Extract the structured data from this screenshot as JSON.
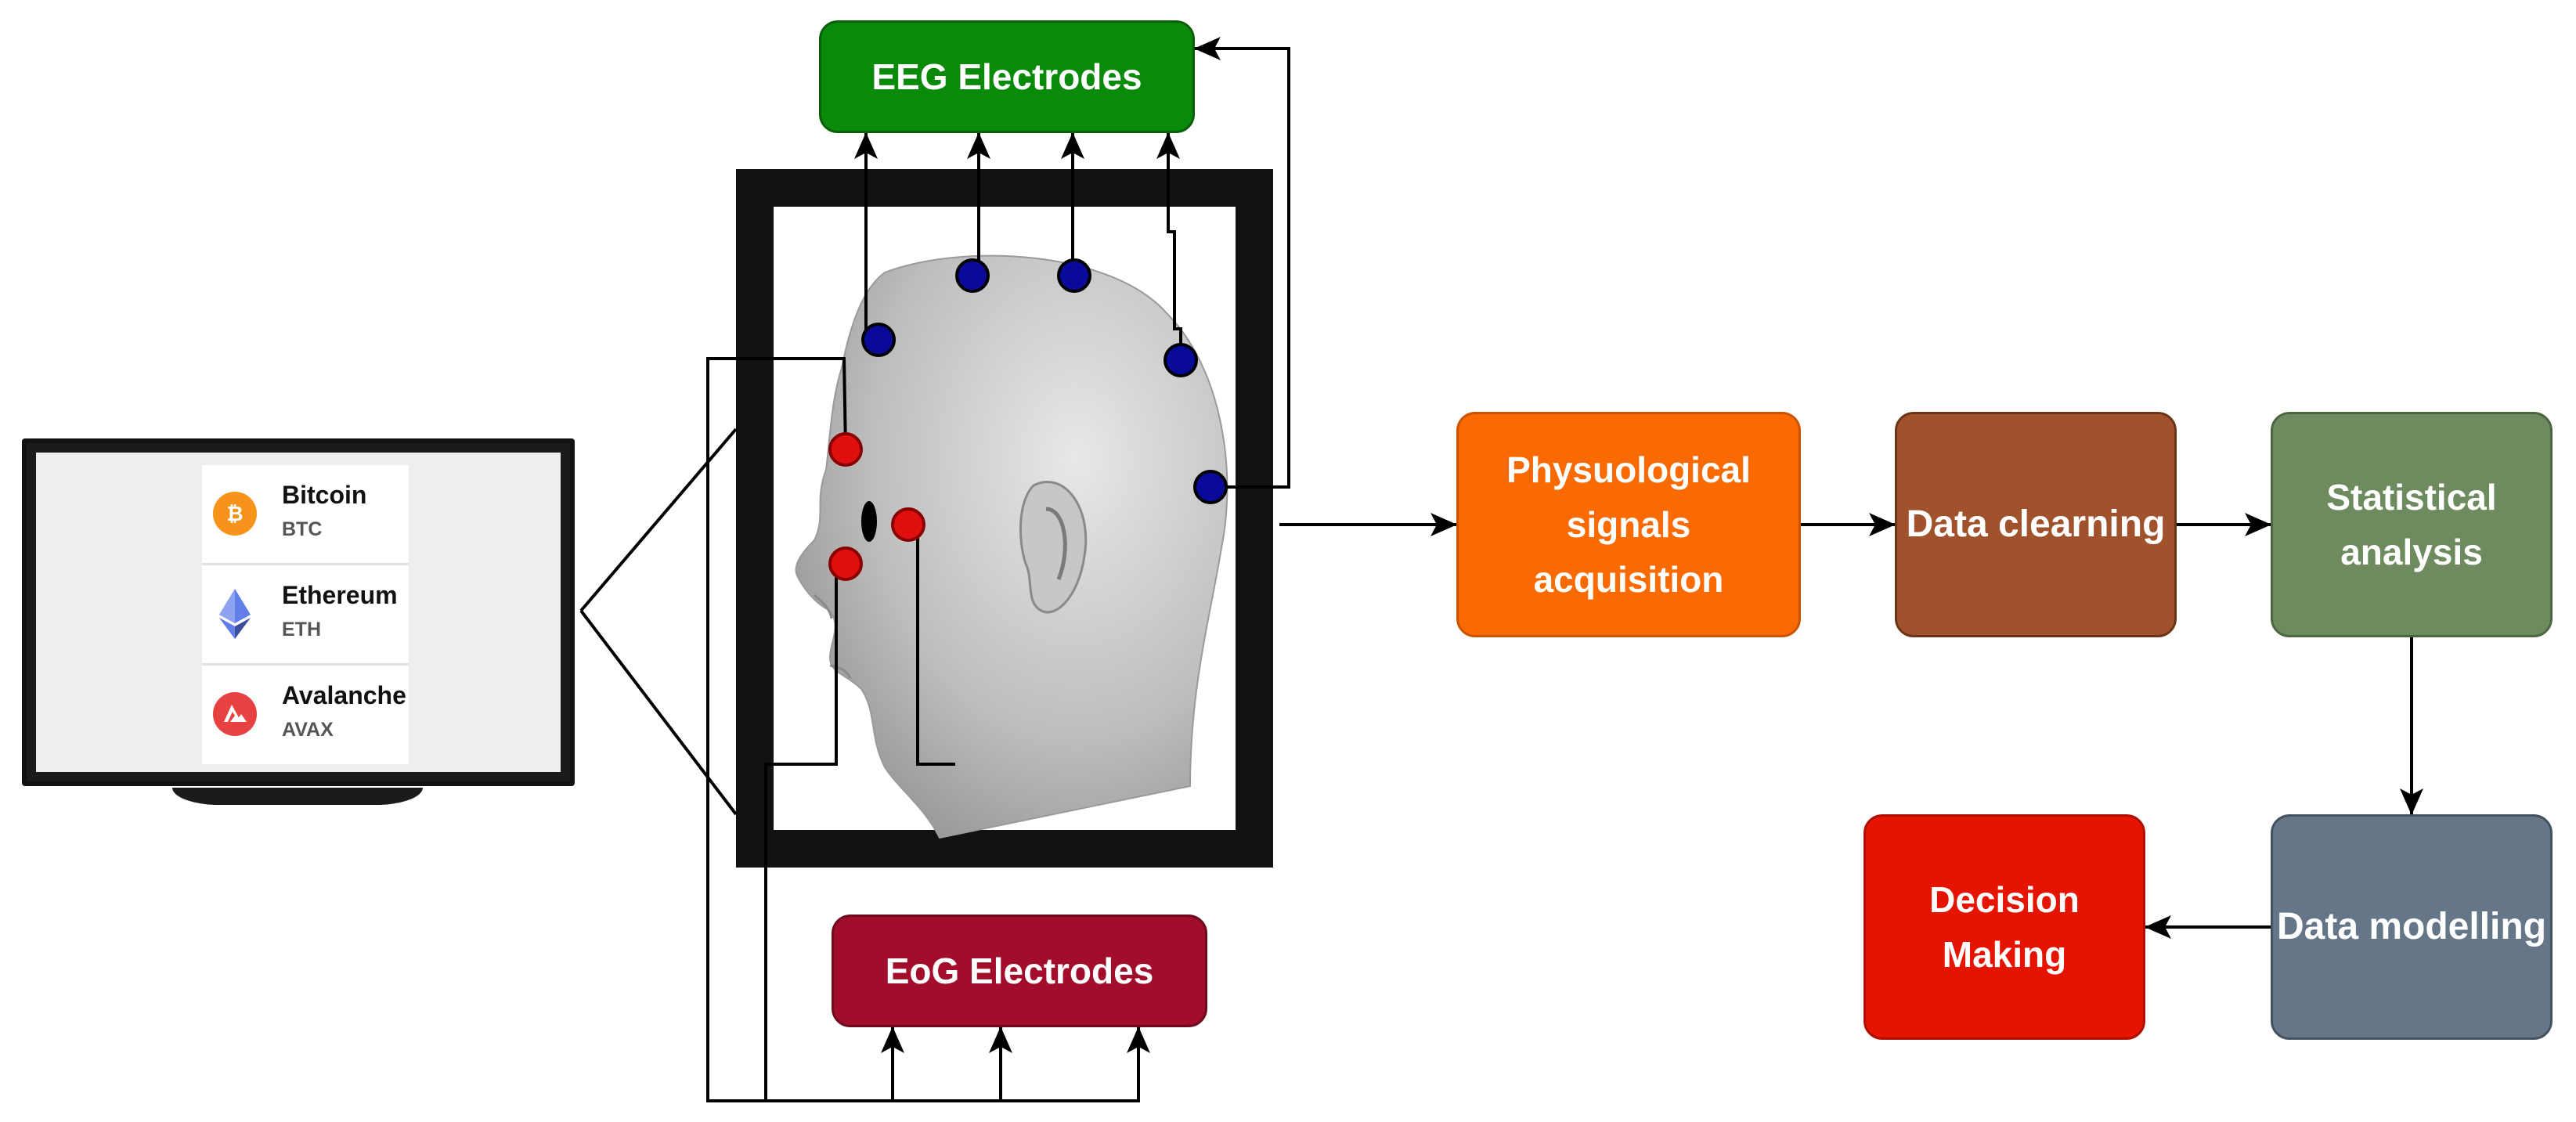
{
  "nodes": {
    "eeg": "EEG Electrodes",
    "eog": "EoG Electrodes",
    "physio": "Physuological\nsignals\nacquisition",
    "cleaning": "Data clearning",
    "stats": "Statistical\nanalysis",
    "modelling": "Data modelling",
    "decision": "Decision\nMaking"
  },
  "crypto_list": [
    {
      "name": "Bitcoin",
      "symbol": "BTC",
      "icon": "bitcoin-icon",
      "color": "#f7931a"
    },
    {
      "name": "Ethereum",
      "symbol": "ETH",
      "icon": "ethereum-icon",
      "color": "#627eea"
    },
    {
      "name": "Avalanche",
      "symbol": "AVAX",
      "icon": "avalanche-icon",
      "color": "#e84142"
    }
  ],
  "colors": {
    "eeg": "#0a8a0a",
    "eog": "#a10d2a",
    "physio": "#fa6a02",
    "cleaning": "#a0522d",
    "stats": "#6d8b5f",
    "modelling": "#647687",
    "decision": "#e51400",
    "eeg_electrode": "#0a0a9a",
    "eog_electrode": "#e01010"
  },
  "flow": [
    [
      "physio",
      "cleaning"
    ],
    [
      "cleaning",
      "stats"
    ],
    [
      "stats",
      "modelling"
    ],
    [
      "modelling",
      "decision"
    ]
  ]
}
